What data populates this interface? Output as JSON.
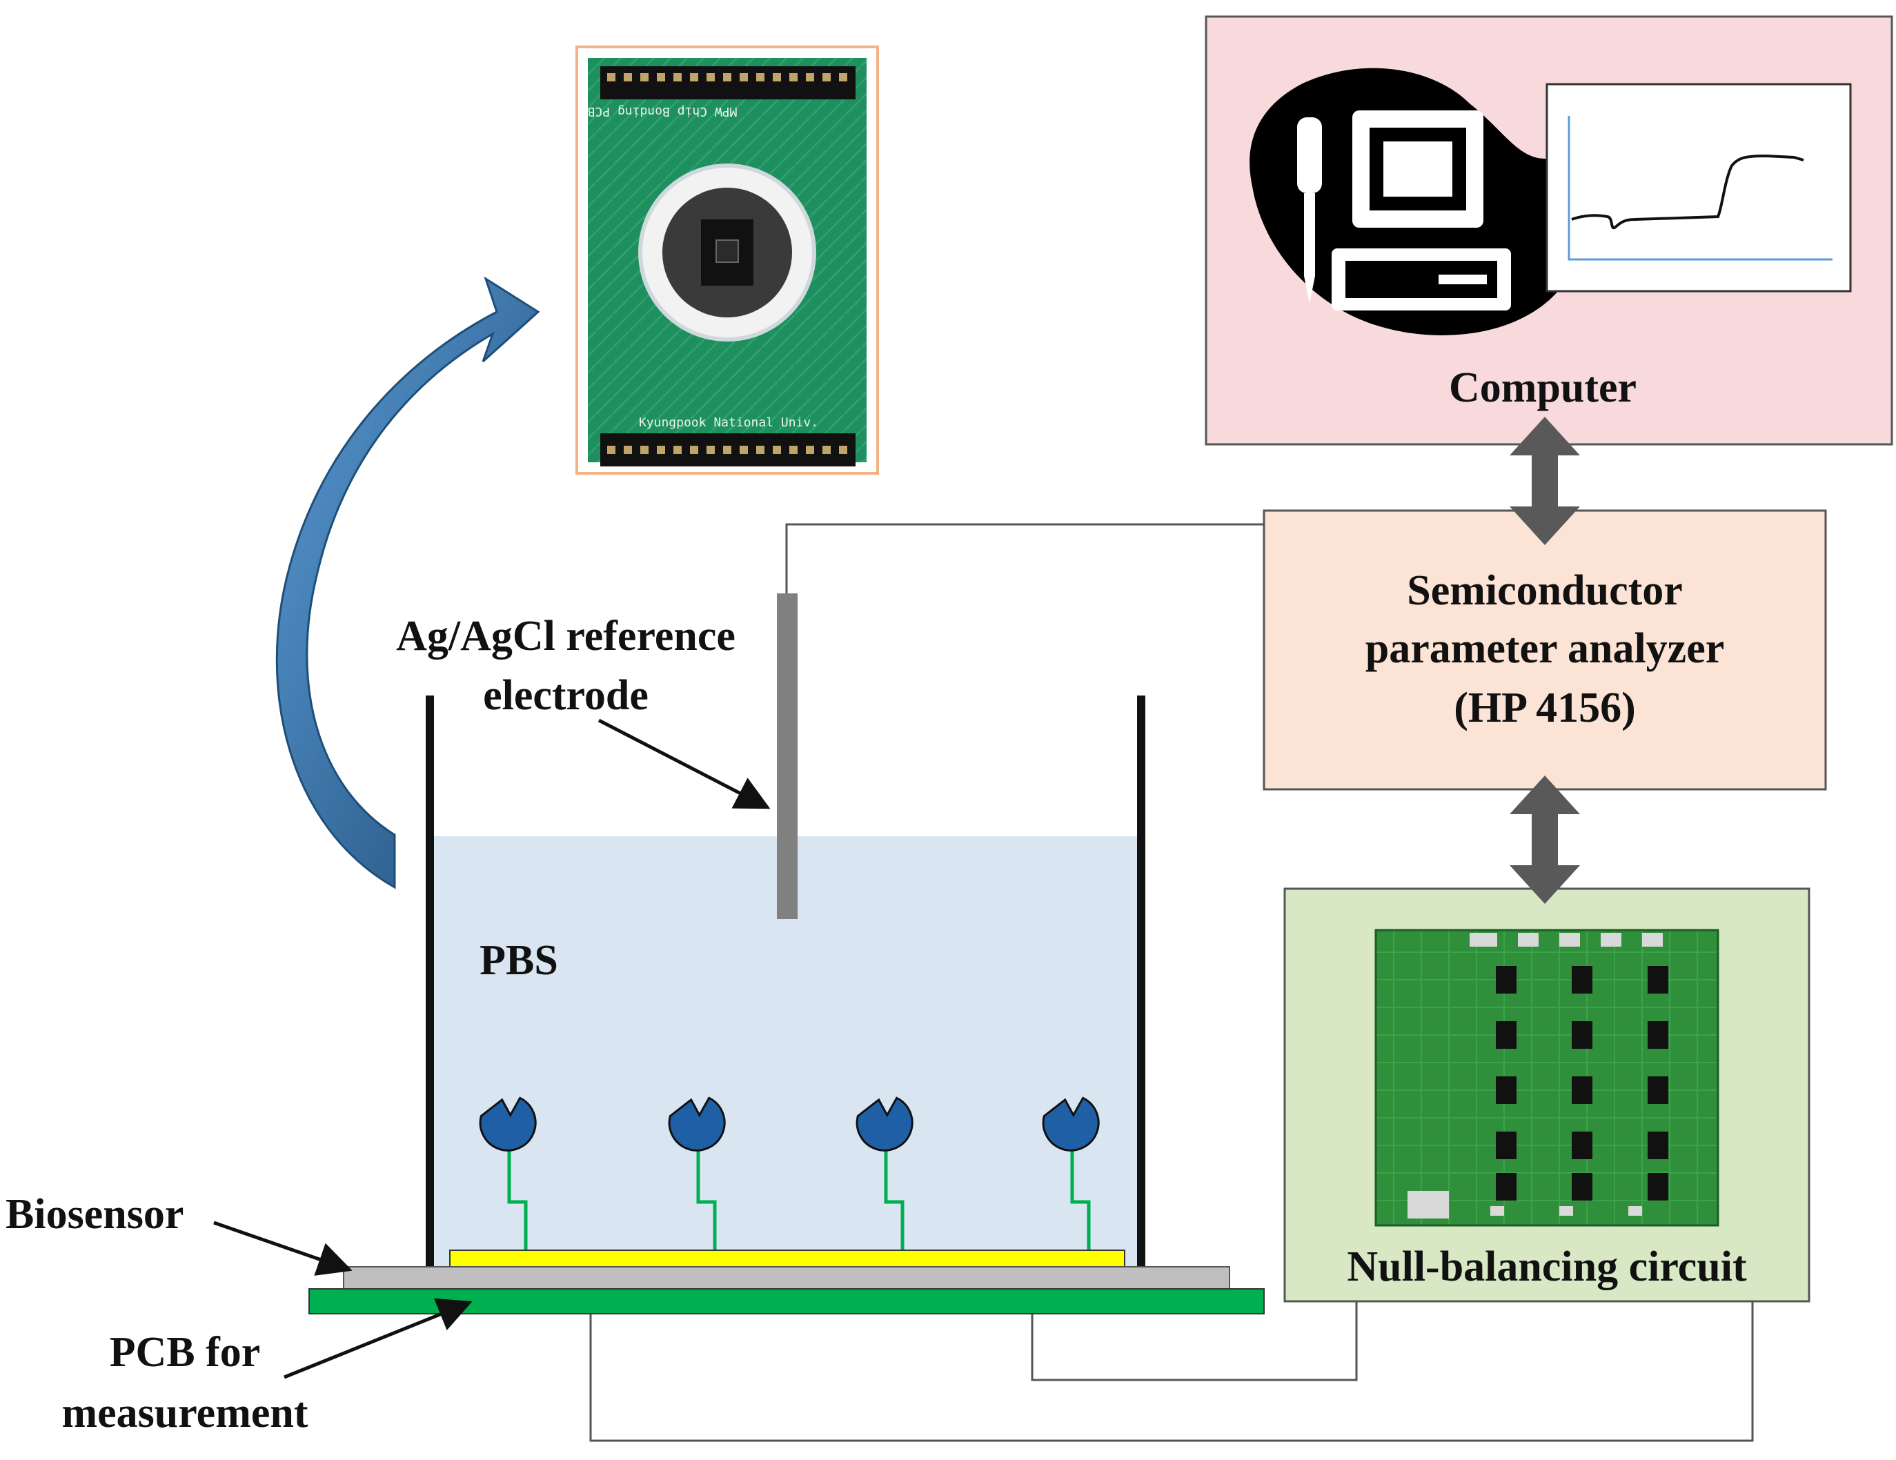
{
  "labels": {
    "computer": "Computer",
    "analyzer_line1": "Semiconductor",
    "analyzer_line2": "parameter analyzer",
    "analyzer_line3": "(HP 4156)",
    "null_circuit": "Null-balancing circuit",
    "reference_line1": "Ag/AgCl reference",
    "reference_line2": "electrode",
    "pbs": "PBS",
    "biosensor": "Biosensor",
    "pcb_line1": "PCB for",
    "pcb_line2": "measurement"
  },
  "chip_photo": {
    "silkscreen_top": "MPW Chip Bonding PCB",
    "silkscreen_bottom": "Kyungpook National Univ."
  },
  "colors": {
    "computer_box": "#f8d9dc",
    "analyzer_box": "#fbe4d5",
    "null_box": "#d8e8c4",
    "solution": "#d9e6f2",
    "sensor_yellow": "#ffff00",
    "biosensor_gray": "#bfbfbf",
    "pcb_green": "#00b050",
    "probe_blue": "#1f5fa6",
    "linker_green": "#00b050",
    "curved_arrow_blue": "#2e75b6",
    "double_arrow_gray": "#595959",
    "chip_pcb_green": "#0f8a5a"
  },
  "icons": {
    "computer": "computer-icon",
    "plot": "plot-thumbnail-icon",
    "chip_photo": "chip-pcb-photo",
    "circuit_photo": "circuit-board-photo"
  }
}
